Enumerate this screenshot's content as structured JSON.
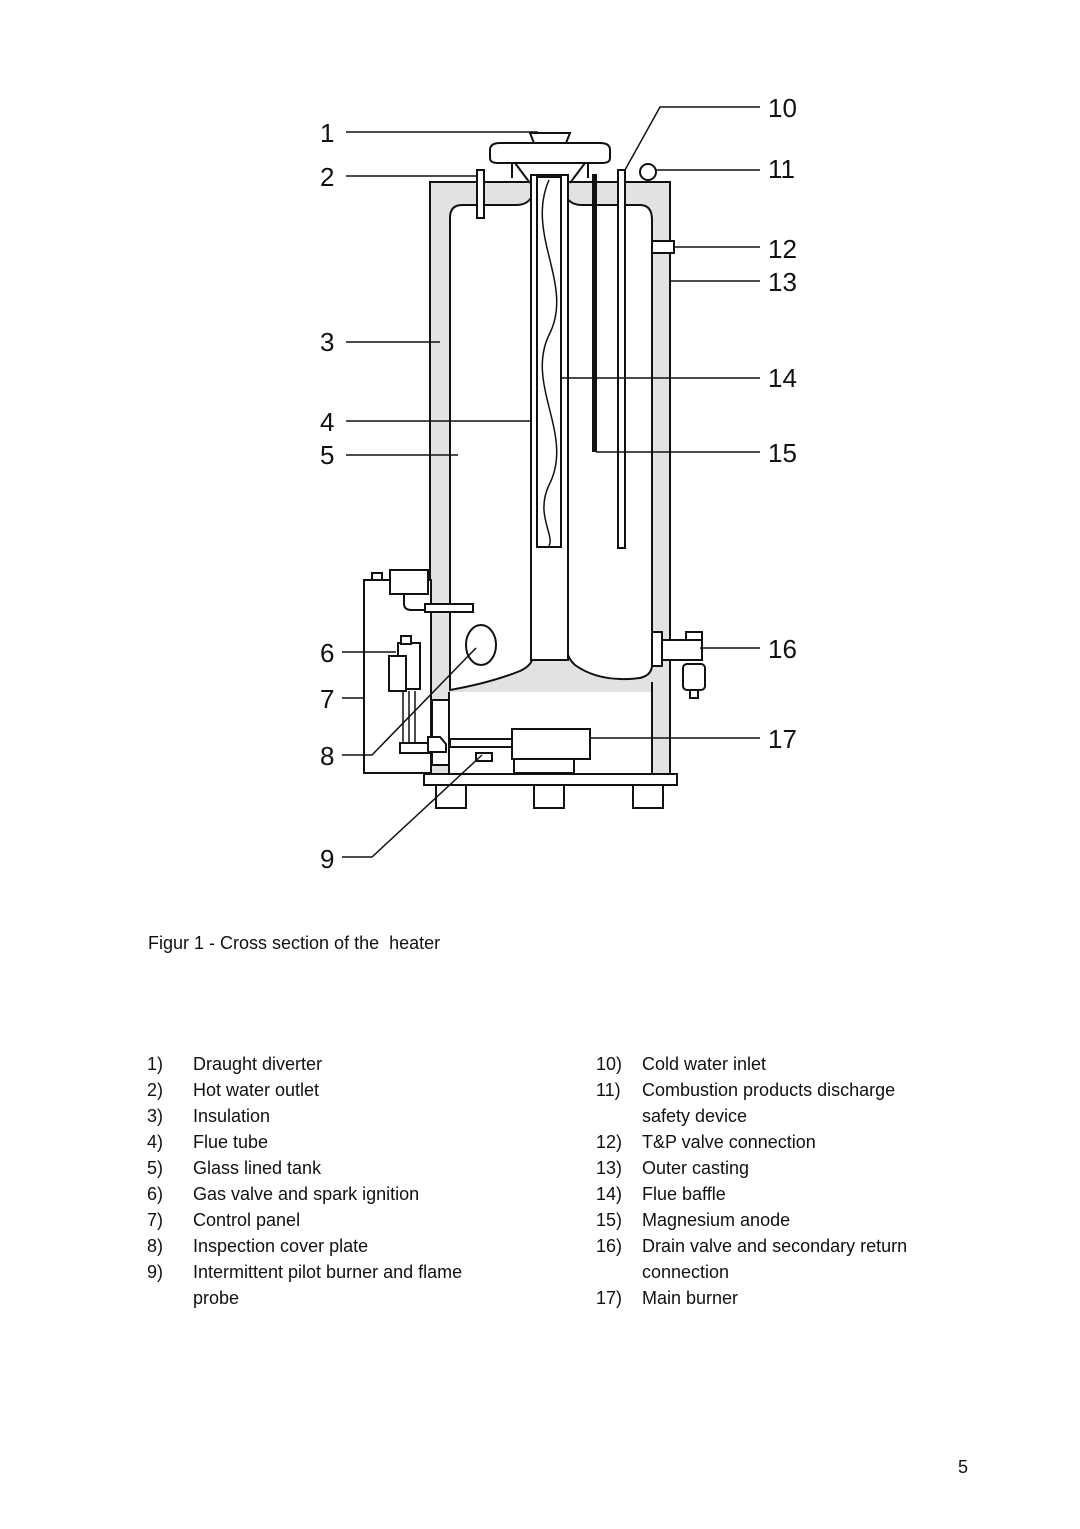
{
  "figure": {
    "callouts": [
      "1",
      "2",
      "3",
      "4",
      "5",
      "6",
      "7",
      "8",
      "9",
      "10",
      "11",
      "12",
      "13",
      "14",
      "15",
      "16",
      "17"
    ],
    "caption": "Figur 1 - Cross section of the  heater"
  },
  "legend": {
    "left": [
      {
        "num": "1)",
        "text": "Draught  diverter"
      },
      {
        "num": "2)",
        "text": "Hot water  outlet"
      },
      {
        "num": "3)",
        "text": "Insulation"
      },
      {
        "num": "4)",
        "text": "Flue tube"
      },
      {
        "num": "5)",
        "text": "Glass lined tank"
      },
      {
        "num": "6)",
        "text": "Gas valve and spark ignition"
      },
      {
        "num": "7)",
        "text": "Control panel"
      },
      {
        "num": "8)",
        "text": "Inspection cover plate"
      },
      {
        "num": "9)",
        "text": "Intermittent pilot burner and flame probe"
      }
    ],
    "right": [
      {
        "num": "10)",
        "text": "Cold water inlet"
      },
      {
        "num": "11)",
        "text": "Combustion products discharge safety  device"
      },
      {
        "num": "12)",
        "text": "T&P valve connection"
      },
      {
        "num": "13)",
        "text": "Outer  casting"
      },
      {
        "num": "14)",
        "text": "Flue baffle"
      },
      {
        "num": "15)",
        "text": "Magnesium anode"
      },
      {
        "num": "16)",
        "text": "Drain valve and secondary return  connection"
      },
      {
        "num": "17)",
        "text": "Main burner"
      }
    ]
  },
  "page_number": "5"
}
